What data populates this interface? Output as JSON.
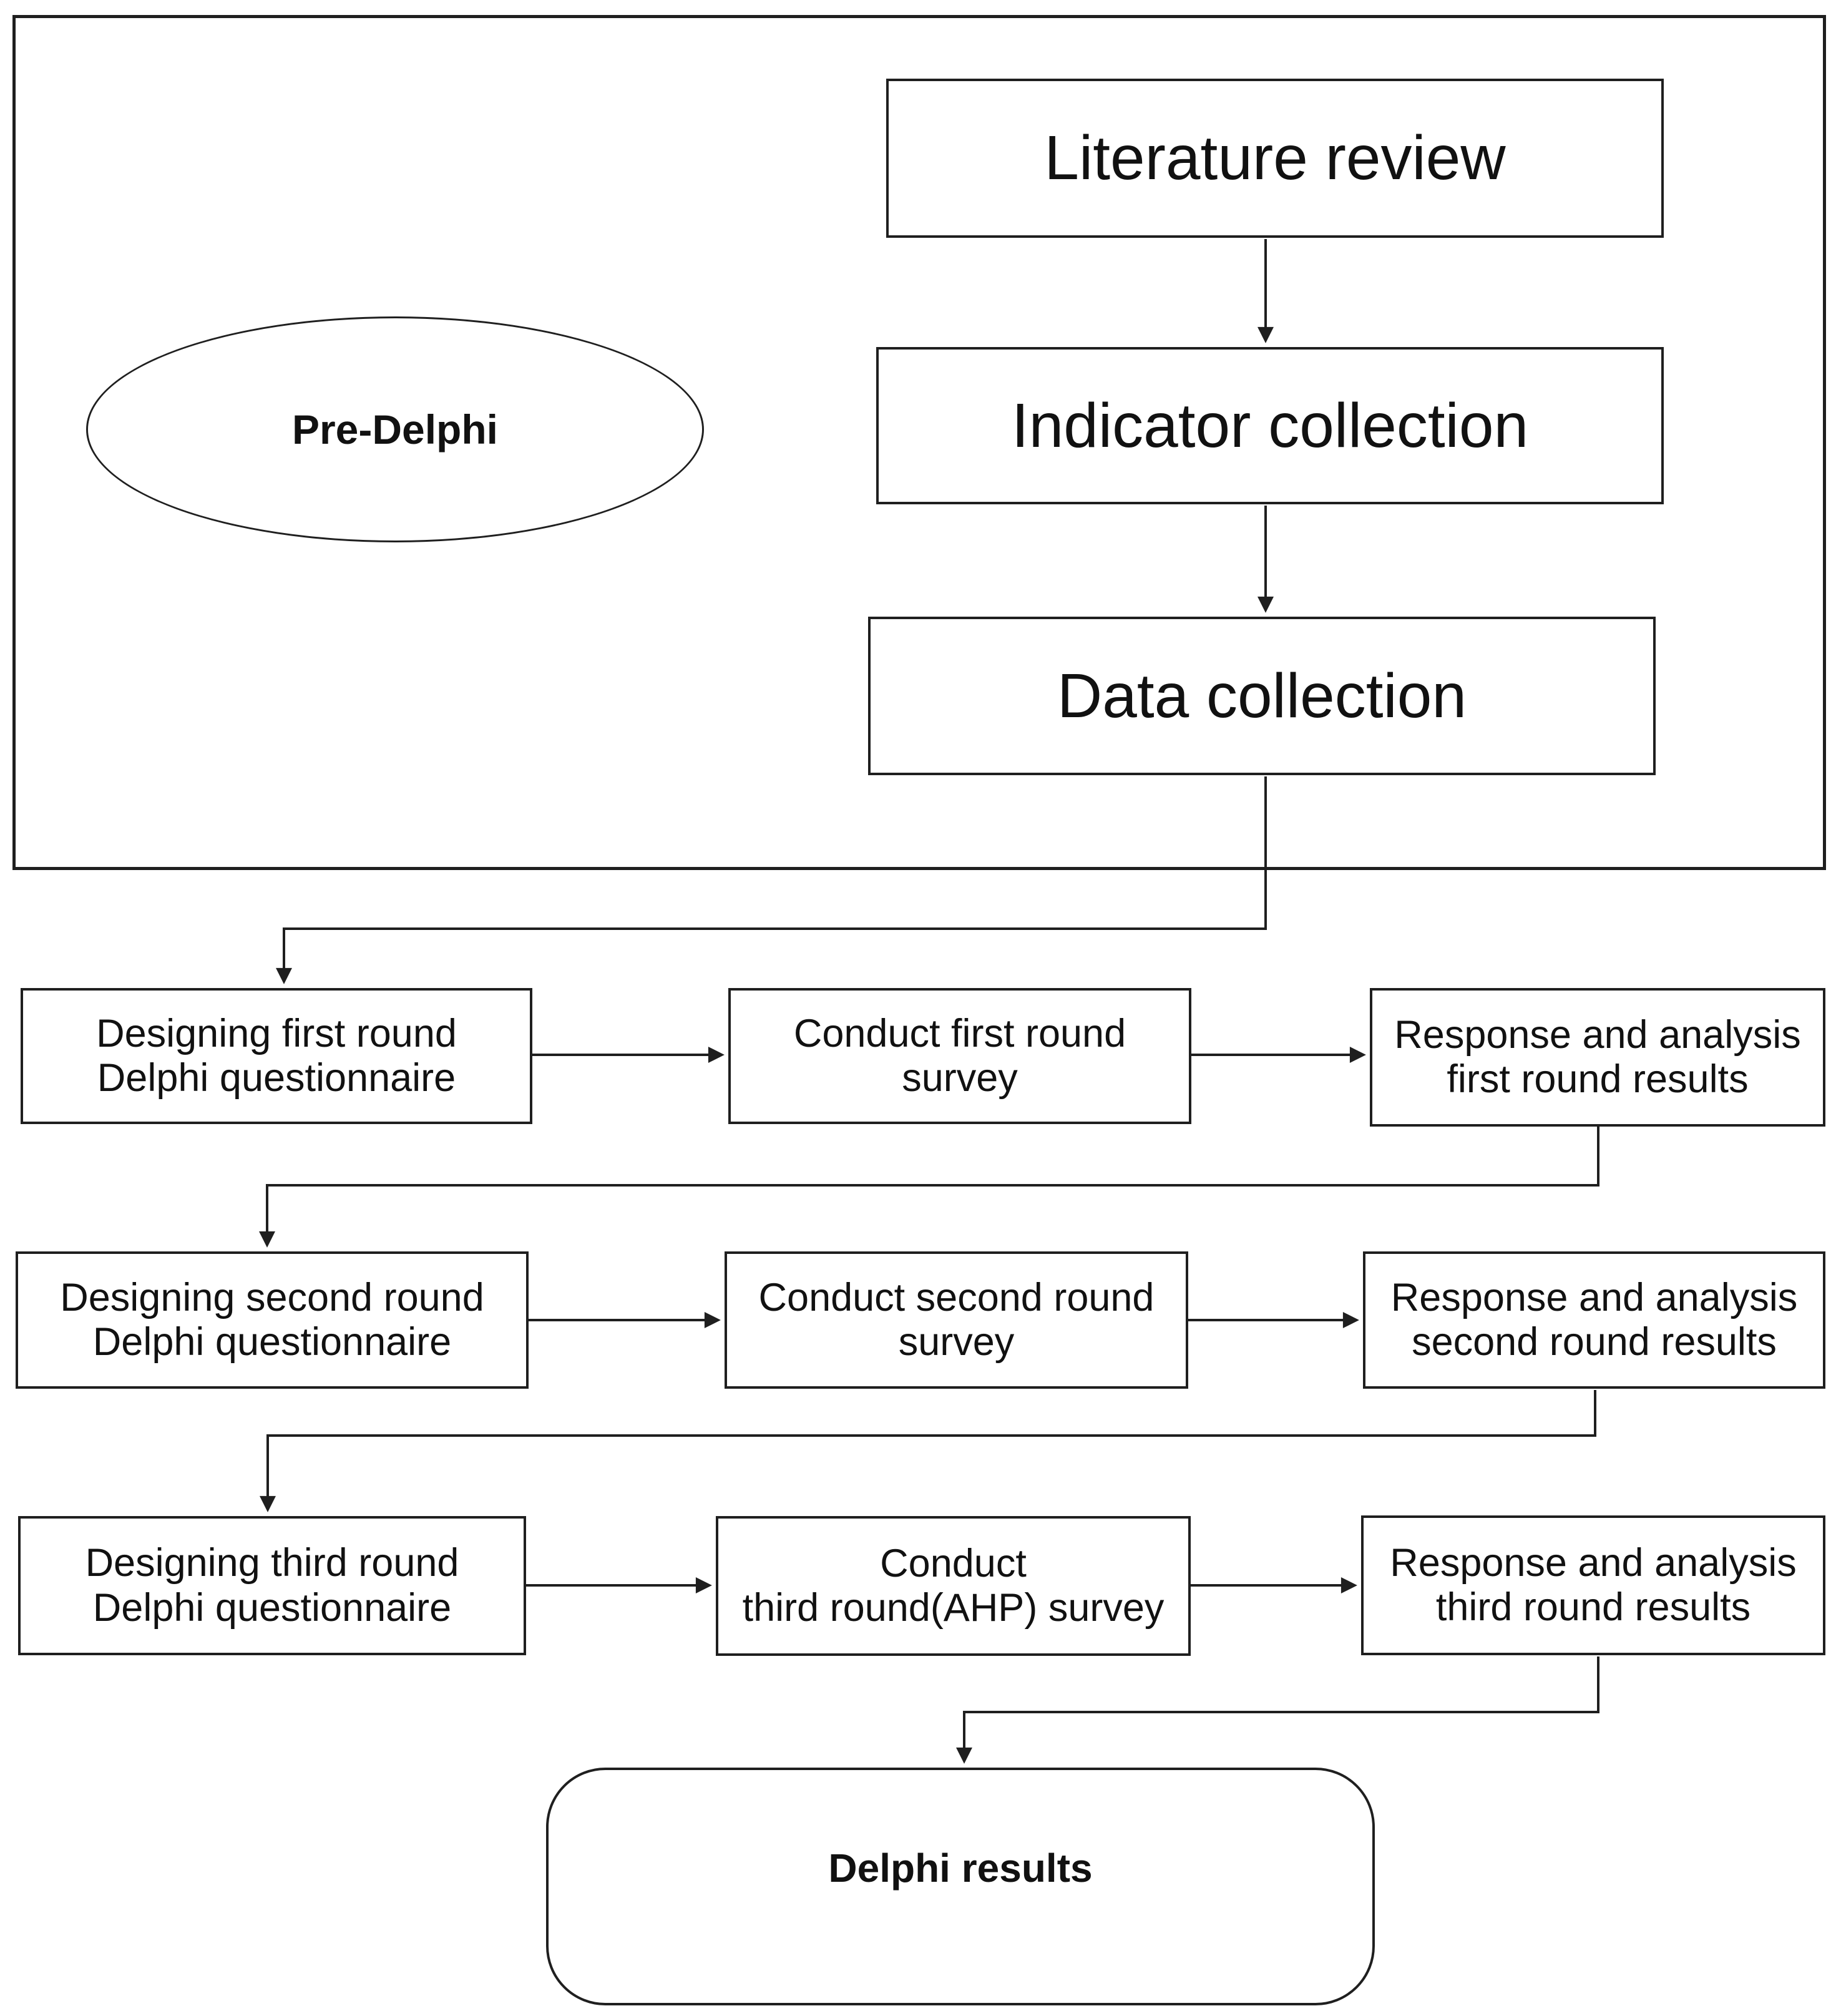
{
  "diagram": {
    "title_context": "Delphi study flowchart",
    "pre_delphi": {
      "label": "Pre-Delphi"
    },
    "top_boxes": {
      "literature": "Literature review",
      "indicator": "Indicator collection",
      "data": "Data collection"
    },
    "rounds": [
      {
        "design": "Designing first round\nDelphi questionnaire",
        "conduct": "Conduct first round\nsurvey",
        "response": "Response and analysis\nfirst round results"
      },
      {
        "design": "Designing second round\nDelphi questionnaire",
        "conduct": "Conduct second round\nsurvey",
        "response": "Response and analysis\nsecond round results"
      },
      {
        "design": "Designing third round\nDelphi questionnaire",
        "conduct": "Conduct\nthird round(AHP) survey",
        "response": "Response and analysis\nthird round results"
      }
    ],
    "result": {
      "label": "Delphi results"
    },
    "colors": {
      "line": "#1f1f1f",
      "background": "#ffffff",
      "text": "#111111"
    }
  }
}
